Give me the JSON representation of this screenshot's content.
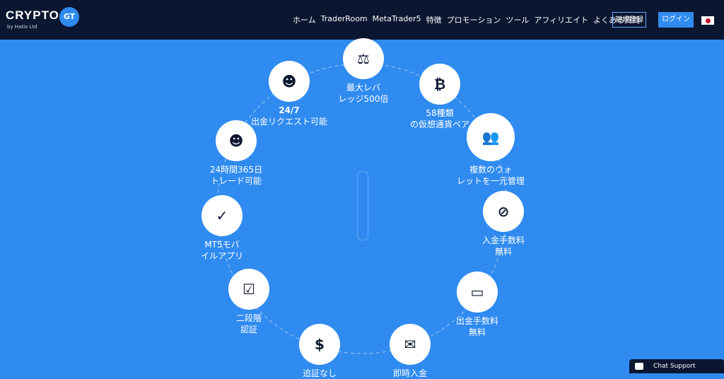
{
  "logo": {
    "brand": "CRYPTO",
    "badge": "GT",
    "sub": "by Hatio Ltd"
  },
  "nav": {
    "items": [
      "ホーム",
      "TraderRoom",
      "MetaTrader5",
      "特徴",
      "プロモーション",
      "ツール",
      "アフィリエイト",
      "よくある質問"
    ],
    "register": "新規登録",
    "login": "ログイン"
  },
  "features": [
    {
      "l1": "最大レバ",
      "l2": "レッジ500倍",
      "icon": "scale-icon"
    },
    {
      "l1": "58種類",
      "l2": "の仮想通貨ペア",
      "icon": "bitcoin-icon"
    },
    {
      "l1": "複数のウォ",
      "l2": "レットを一元管理",
      "icon": "users-icon"
    },
    {
      "l1": "入金手数料",
      "l2": "無料",
      "icon": "no-fee-icon"
    },
    {
      "l1": "出金手数料",
      "l2": "無料",
      "icon": "card-slash-icon"
    },
    {
      "l1": "即時入金",
      "l2": "",
      "icon": "envelope-money-icon"
    },
    {
      "l1": "追証なし",
      "l2": "",
      "icon": "atm-icon"
    },
    {
      "l1": "二段階",
      "l2": "認証",
      "icon": "auth-icon"
    },
    {
      "l1": "MT5モバ",
      "l2": "イルアプリ",
      "icon": "mobile-app-icon"
    },
    {
      "l1": "24時間365日",
      "l2": "トレード可能",
      "icon": "support-icon"
    },
    {
      "l1": "24/7",
      "l2": "出金リクエスト可能",
      "icon": "headset-icon"
    }
  ],
  "chat": {
    "label": "Chat Support"
  }
}
